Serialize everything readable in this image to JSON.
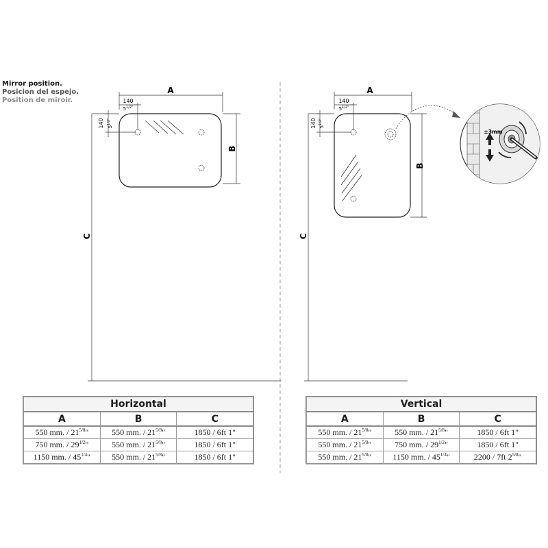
{
  "header": {
    "line1": "Mirror position.",
    "line2": "Posicion del espejo.",
    "line3": "Position de miroir."
  },
  "horizontal_diagram": {
    "label_a": "A",
    "label_b": "B",
    "label_c": "C",
    "offset_mm": "140",
    "offset_in": "5 1/2\""
  },
  "vertical_diagram": {
    "label_a": "A",
    "label_b": "B",
    "label_c": "C",
    "offset_mm": "140",
    "offset_in": "5 1/2\"",
    "adjust_label": "±3mm"
  },
  "horizontal_table": {
    "title": "Horizontal",
    "headers": [
      "A",
      "B",
      "C"
    ],
    "rows": [
      [
        {
          "main": "550 mm. / 21",
          "frac": "5/8",
          "tail": "\""
        },
        {
          "main": "550 mm. / 21",
          "frac": "5/8",
          "tail": "\""
        },
        {
          "main": "1850 / 6ft 1\"",
          "frac": "",
          "tail": ""
        }
      ],
      [
        {
          "main": "750 mm. / 29",
          "frac": "1/2",
          "tail": "\""
        },
        {
          "main": "550 mm. / 21",
          "frac": "5/8",
          "tail": "\""
        },
        {
          "main": "1850 / 6ft 1\"",
          "frac": "",
          "tail": ""
        }
      ],
      [
        {
          "main": "1150 mm. / 45",
          "frac": "1/4",
          "tail": "\""
        },
        {
          "main": "550 mm. / 21",
          "frac": "5/8",
          "tail": "\""
        },
        {
          "main": "1850 / 6ft 1\"",
          "frac": "",
          "tail": ""
        }
      ]
    ]
  },
  "vertical_table": {
    "title": "Vertical",
    "headers": [
      "A",
      "B",
      "C"
    ],
    "rows": [
      [
        {
          "main": "550 mm. / 21",
          "frac": "5/8",
          "tail": "\""
        },
        {
          "main": "550 mm. / 21",
          "frac": "5/8",
          "tail": "\""
        },
        {
          "main": "1850 / 6ft 1\"",
          "frac": "",
          "tail": ""
        }
      ],
      [
        {
          "main": "550 mm. / 21",
          "frac": "5/8",
          "tail": "\""
        },
        {
          "main": "750 mm. / 29",
          "frac": "1/2",
          "tail": "\""
        },
        {
          "main": "1850 / 6ft 1\"",
          "frac": "",
          "tail": ""
        }
      ],
      [
        {
          "main": "550 mm. / 21",
          "frac": "5/8",
          "tail": "\""
        },
        {
          "main": "1150 mm. / 45",
          "frac": "1/4",
          "tail": "\""
        },
        {
          "main": "2200 / 7ft 2",
          "frac": "5/8",
          "tail": "\""
        }
      ]
    ]
  }
}
